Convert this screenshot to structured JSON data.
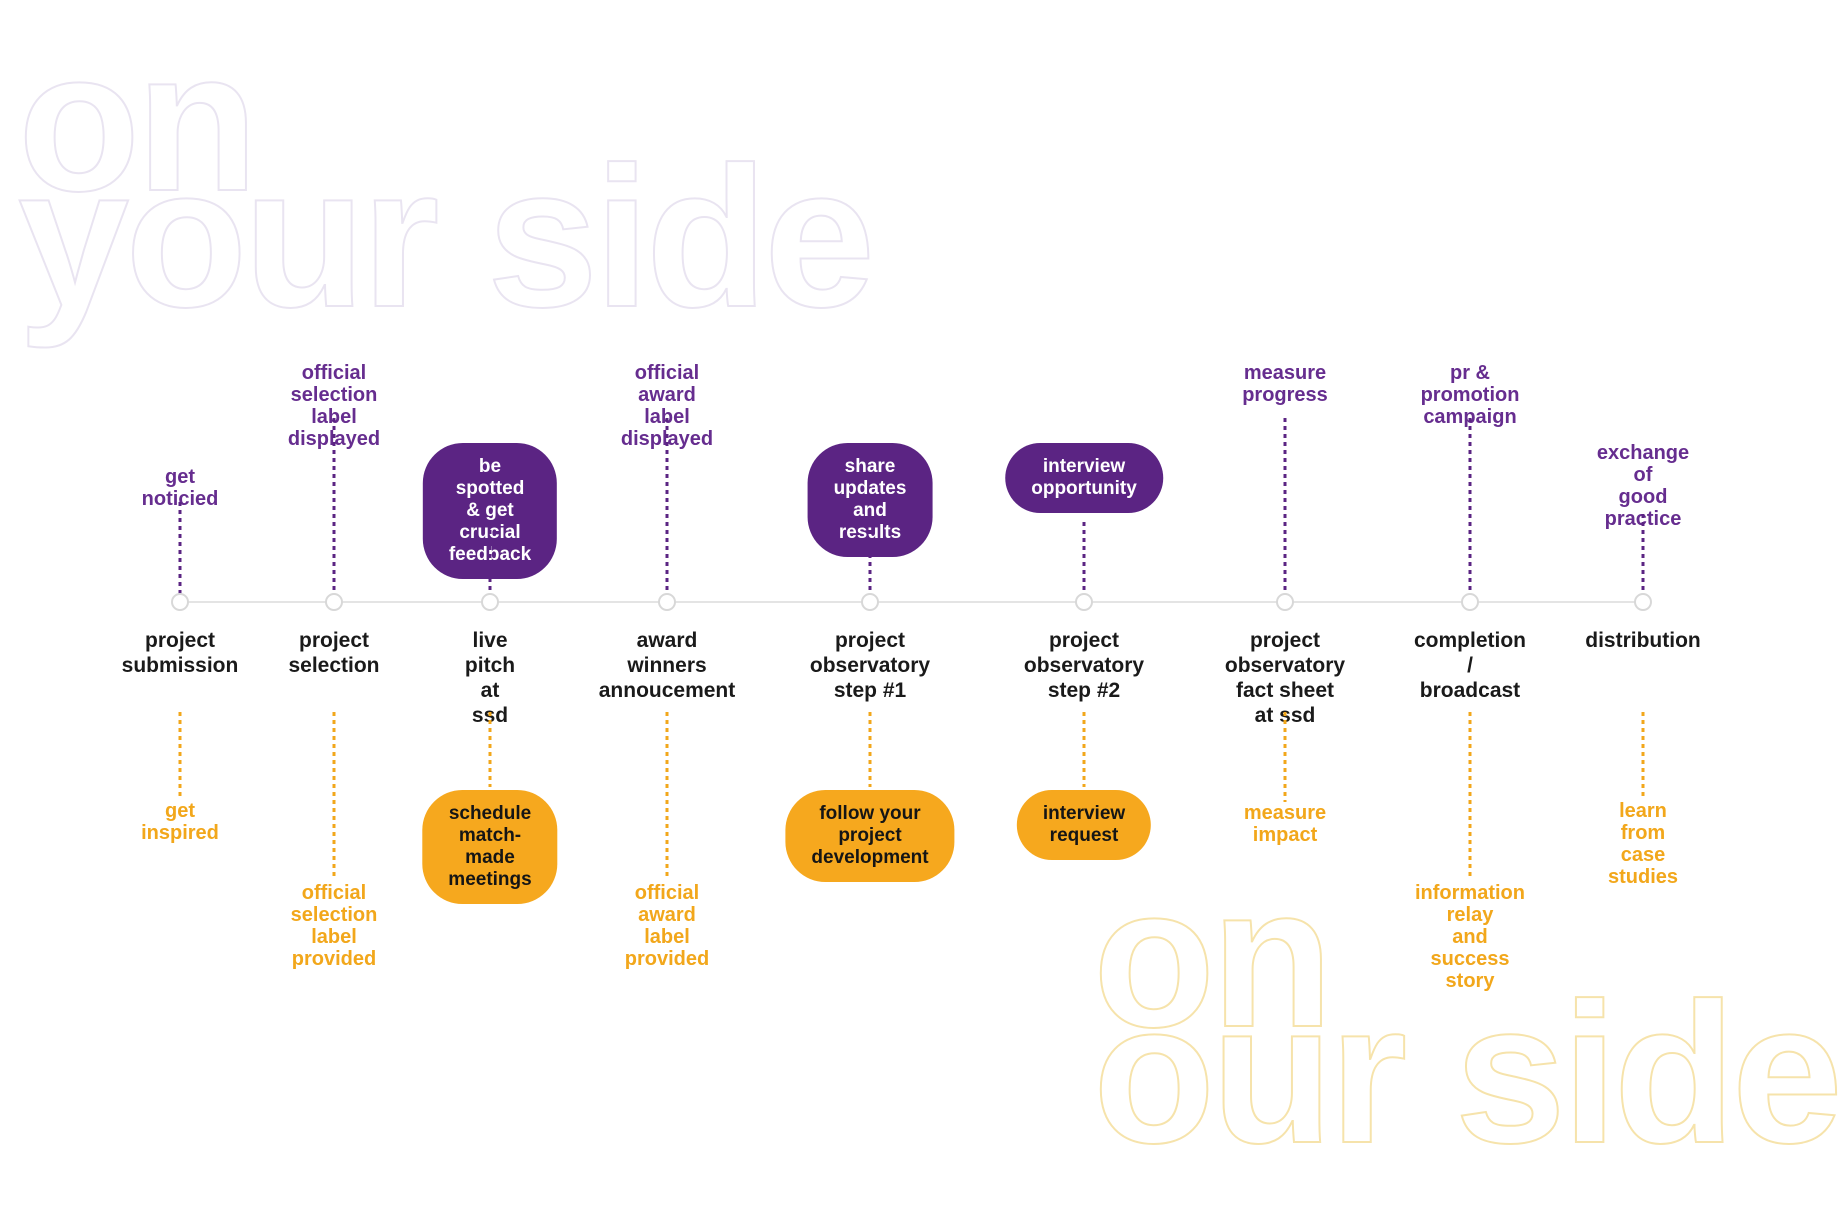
{
  "palette": {
    "purple_pill": "#5b2483",
    "purple_text": "#662d8f",
    "yellow": "#f2a71b",
    "yellow_pill": "#f6a81e",
    "node_text": "#1a1a1a",
    "line_gray": "#e4e4e4",
    "watermark_top_stroke": "#e9e4f1",
    "watermark_bottom_stroke": "#f6e3ab"
  },
  "watermarks": {
    "top": "on\nyour side",
    "bottom": "on\nour side"
  },
  "timeline": {
    "nodes": [
      {
        "label": "project\nsubmission",
        "top": {
          "text": "get noticied"
        },
        "bottom": {
          "text": "get inspired"
        }
      },
      {
        "label": "project\nselection",
        "top": {
          "text": "official selection\nlabel displayed"
        },
        "bottom": {
          "text": "official selection\nlabel provided"
        }
      },
      {
        "label": "live pitch\nat ssd",
        "top": {
          "text": "be spotted & get\ncrucial feedback"
        },
        "bottom": {
          "text": "schedule match-\nmade meetings"
        }
      },
      {
        "label": "award winners\nannoucement",
        "top": {
          "text": "official award\nlabel displayed"
        },
        "bottom": {
          "text": "official award\nlabel provided"
        }
      },
      {
        "label": "project\nobservatory\nstep #1",
        "top": {
          "text": "share updates\nand results"
        },
        "bottom": {
          "text": "follow your project\ndevelopment"
        }
      },
      {
        "label": "project\nobservatory\nstep #2",
        "top": {
          "text": "interview\nopportunity"
        },
        "bottom": {
          "text": "interview\nrequest"
        }
      },
      {
        "label": "project\nobservatory\nfact sheet at ssd",
        "top": {
          "text": "measure\nprogress"
        },
        "bottom": {
          "text": "measure\nimpact"
        }
      },
      {
        "label": "completion /\nbroadcast",
        "top": {
          "text": "pr & promotion\ncampaign"
        },
        "bottom": {
          "text": "information relay\nand success story"
        }
      },
      {
        "label": "distribution",
        "top": {
          "text": "exchange of\ngood practice"
        },
        "bottom": {
          "text": "learn from\ncase studies"
        }
      }
    ]
  }
}
